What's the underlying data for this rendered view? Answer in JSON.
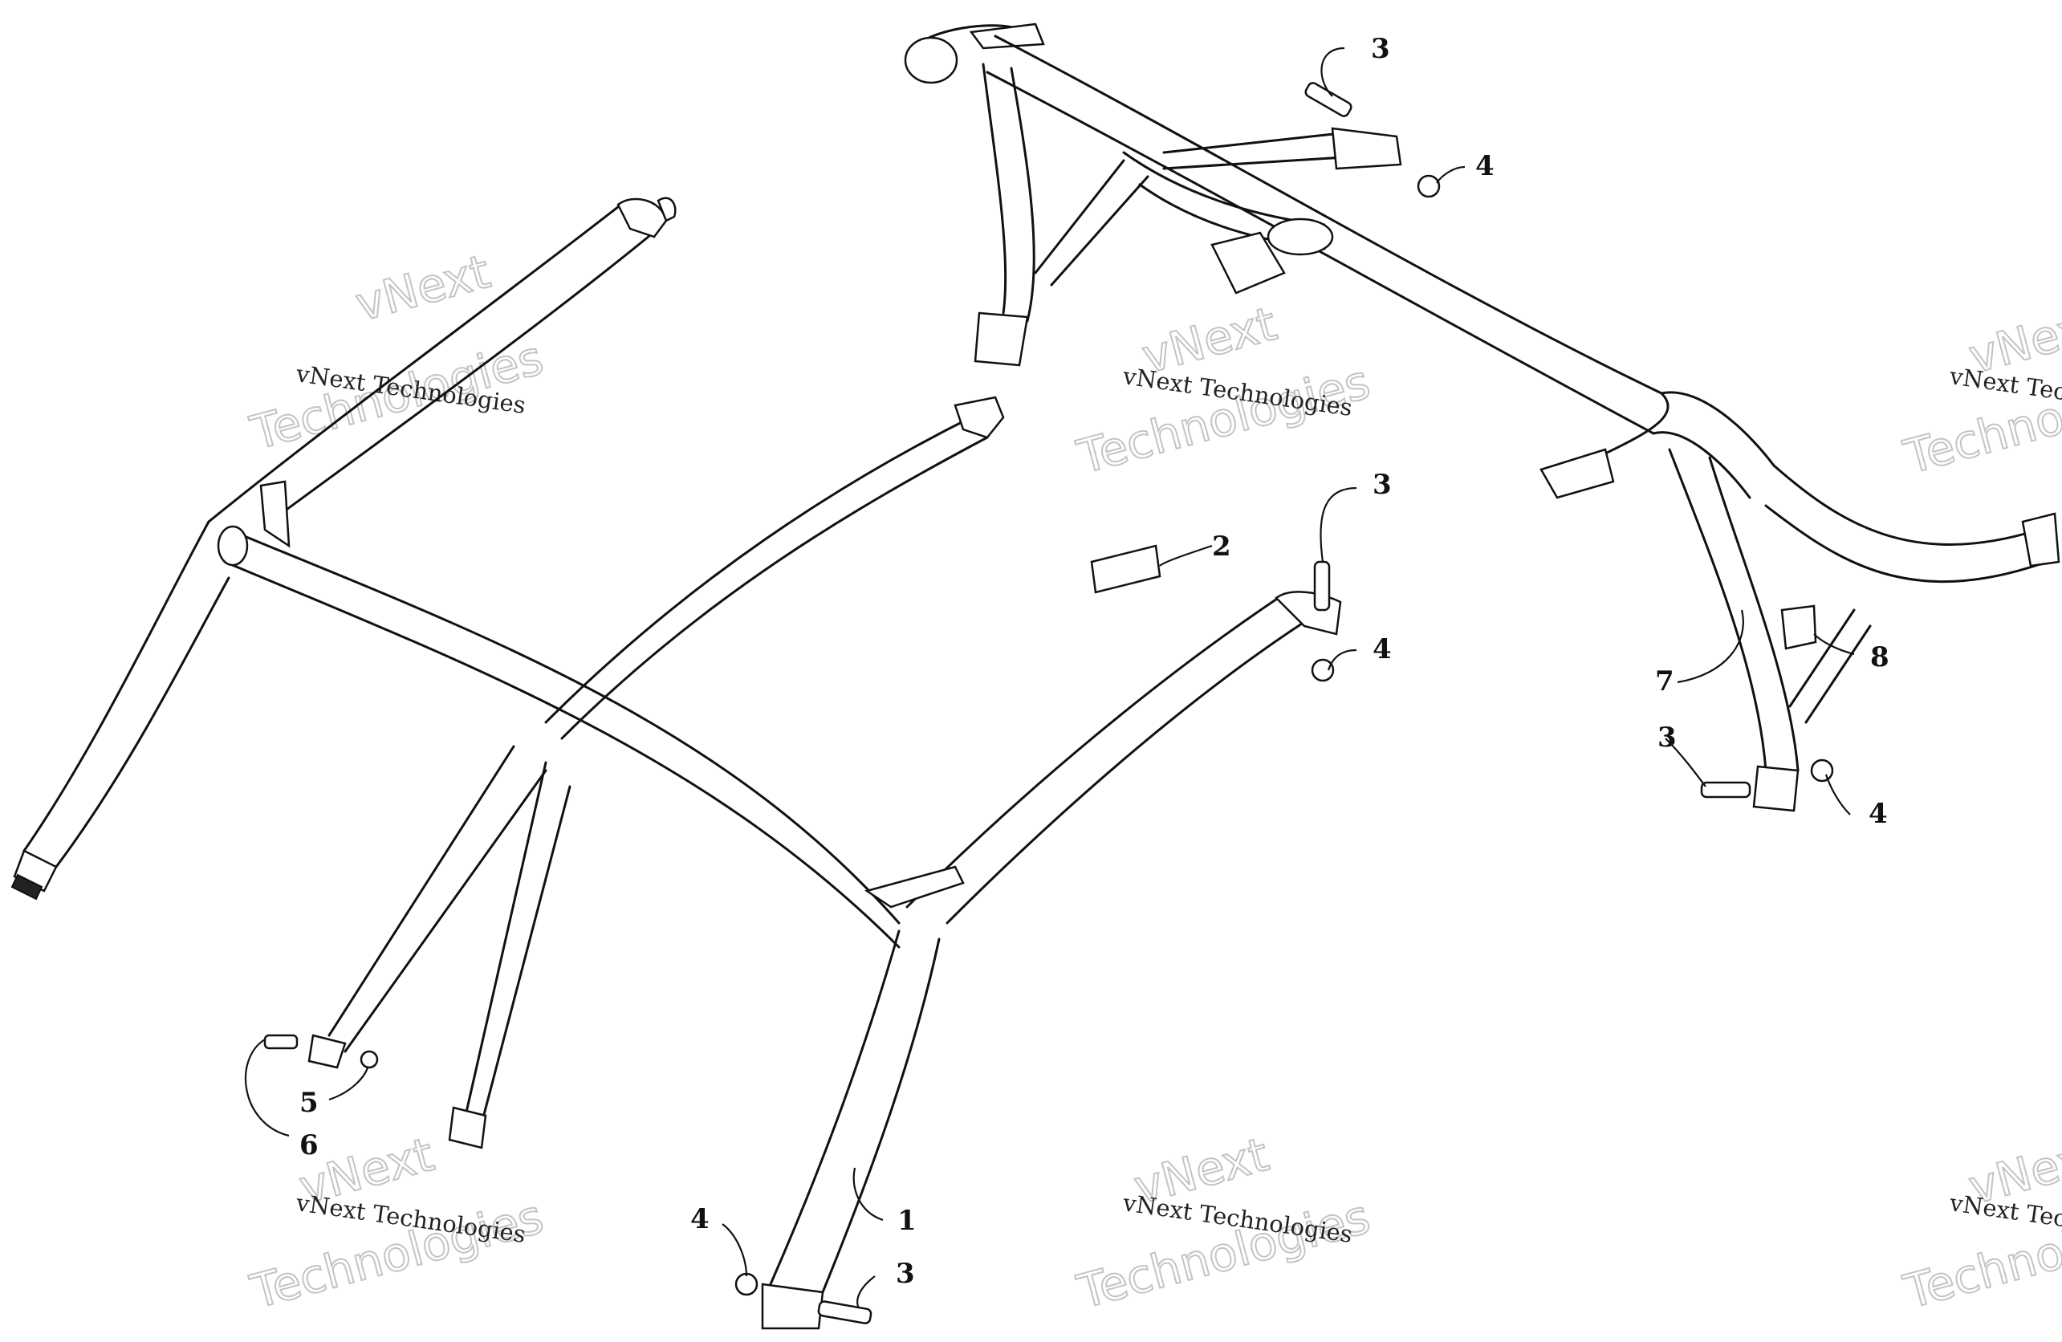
{
  "callouts": [
    {
      "id": "c1",
      "label": "1"
    },
    {
      "id": "c2",
      "label": "2"
    },
    {
      "id": "c3a",
      "label": "3"
    },
    {
      "id": "c3b",
      "label": "3"
    },
    {
      "id": "c3c",
      "label": "3"
    },
    {
      "id": "c3d",
      "label": "3"
    },
    {
      "id": "c4a",
      "label": "4"
    },
    {
      "id": "c4b",
      "label": "4"
    },
    {
      "id": "c4c",
      "label": "4"
    },
    {
      "id": "c4d",
      "label": "4"
    },
    {
      "id": "c5",
      "label": "5"
    },
    {
      "id": "c6",
      "label": "6"
    },
    {
      "id": "c7",
      "label": "7"
    },
    {
      "id": "c8",
      "label": "8"
    }
  ],
  "watermark": {
    "company": "vNext Technologies",
    "big_line1": "vNext",
    "big_line2": "Technologies"
  }
}
